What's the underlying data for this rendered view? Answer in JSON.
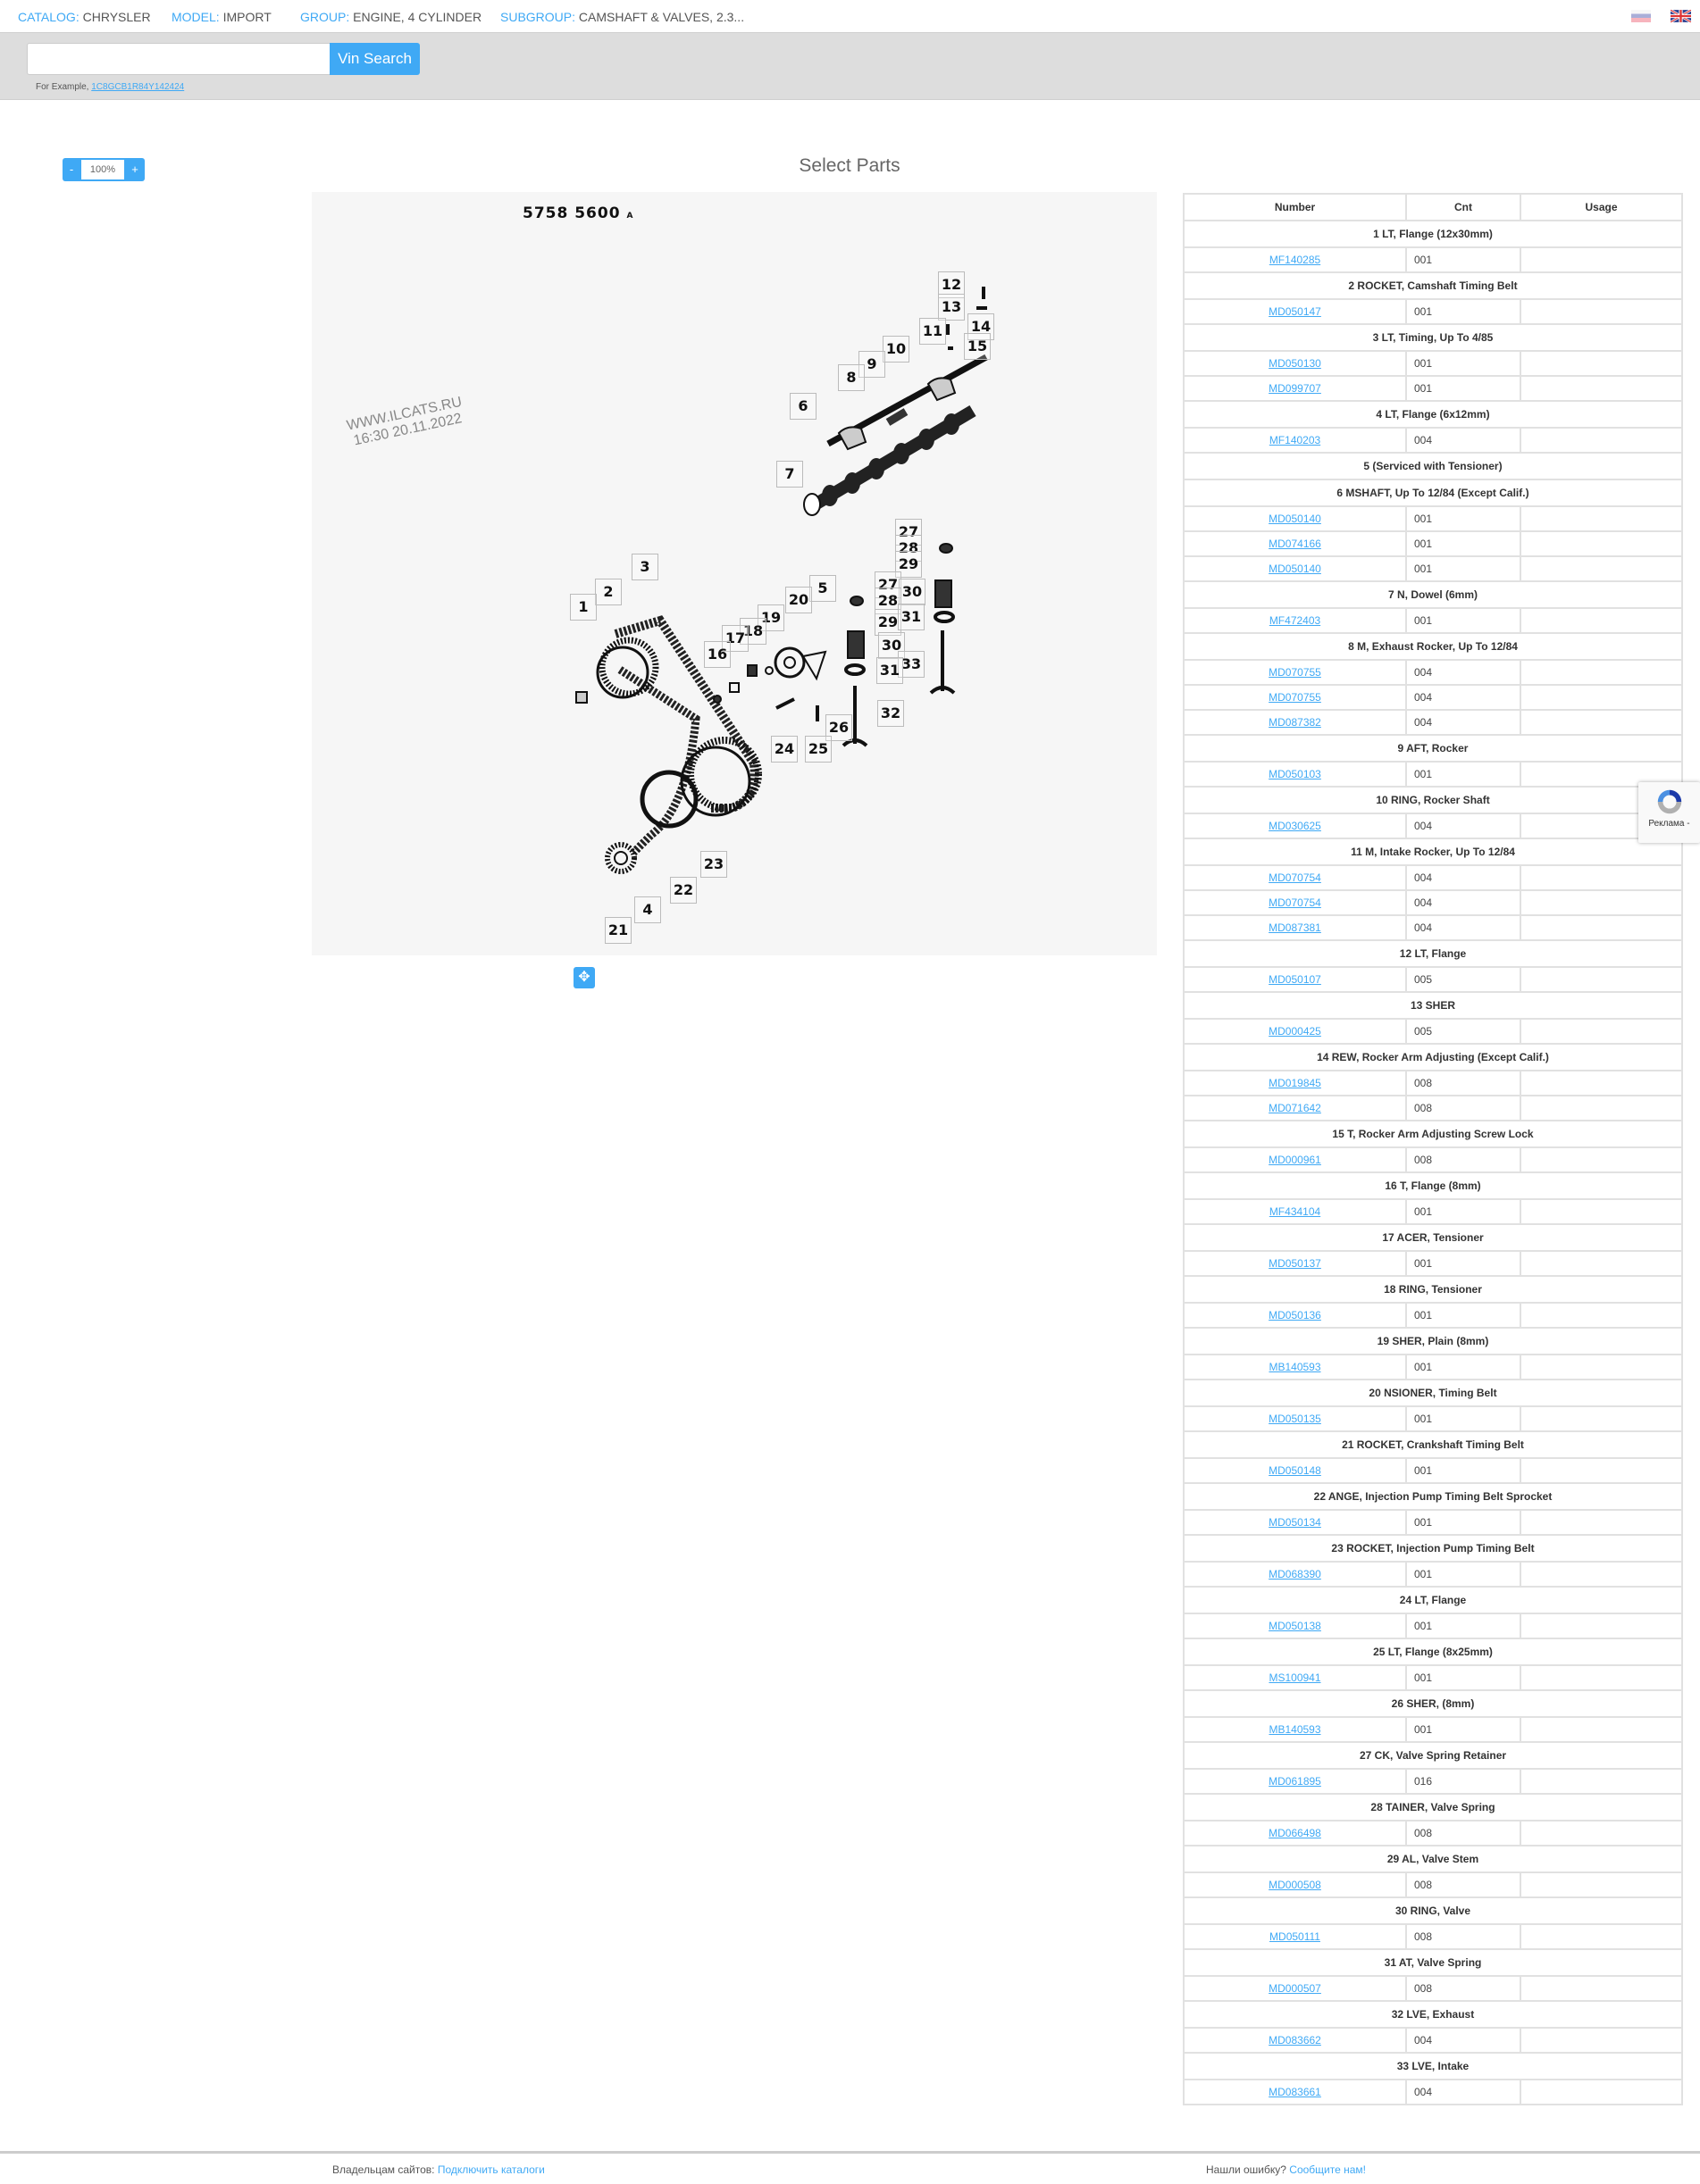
{
  "breadcrumb": [
    {
      "key": "CATALOG:",
      "value": "CHRYSLER"
    },
    {
      "key": "MODEL:",
      "value": "IMPORT"
    },
    {
      "key": "GROUP:",
      "value": "ENGINE, 4 CYLINDER"
    },
    {
      "key": "SUBGROUP:",
      "value": "CAMSHAFT & VALVES, 2.3..."
    }
  ],
  "search": {
    "value": "",
    "placeholder": "",
    "button_label": "Vin Search",
    "example_prefix": "For Example,",
    "example_vin": "1C8GCB1R84Y142424"
  },
  "zoom": {
    "minus": "-",
    "value": "100%",
    "plus": "+"
  },
  "page_title": "Select Parts",
  "diagram": {
    "title": "5758   5600",
    "title_suffix": "A",
    "watermark_line1": "WWW.ILCATS.RU",
    "watermark_line2": "16:30 20.11.2022",
    "callouts": [
      "12",
      "13",
      "14",
      "11",
      "15",
      "10",
      "9",
      "8",
      "6",
      "7",
      "27",
      "28",
      "29",
      "3",
      "27",
      "30",
      "2",
      "5",
      "20",
      "28",
      "1",
      "19",
      "29",
      "31",
      "18",
      "17",
      "30",
      "16",
      "33",
      "31",
      "32",
      "26",
      "24",
      "25",
      "23",
      "22",
      "4",
      "21"
    ]
  },
  "table": {
    "headers": [
      "Number",
      "Cnt",
      "Usage"
    ],
    "groups": [
      {
        "title": "1 LT, Flange (12x30mm)",
        "parts": [
          {
            "number": "MF140285",
            "cnt": "001",
            "usage": ""
          }
        ]
      },
      {
        "title": "2 ROCKET, Camshaft Timing Belt",
        "parts": [
          {
            "number": "MD050147",
            "cnt": "001",
            "usage": ""
          }
        ]
      },
      {
        "title": "3 LT, Timing, Up To 4/85",
        "parts": [
          {
            "number": "MD050130",
            "cnt": "001",
            "usage": ""
          },
          {
            "number": "MD099707",
            "cnt": "001",
            "usage": ""
          }
        ]
      },
      {
        "title": "4 LT, Flange (6x12mm)",
        "parts": [
          {
            "number": "MF140203",
            "cnt": "004",
            "usage": ""
          }
        ]
      },
      {
        "title": "5 (Serviced with Tensioner)",
        "parts": []
      },
      {
        "title": "6 MSHAFT, Up To 12/84 (Except Calif.)",
        "parts": [
          {
            "number": "MD050140",
            "cnt": "001",
            "usage": ""
          },
          {
            "number": "MD074166",
            "cnt": "001",
            "usage": ""
          },
          {
            "number": "MD050140",
            "cnt": "001",
            "usage": ""
          }
        ]
      },
      {
        "title": "7 N, Dowel (6mm)",
        "parts": [
          {
            "number": "MF472403",
            "cnt": "001",
            "usage": ""
          }
        ]
      },
      {
        "title": "8 M, Exhaust Rocker, Up To 12/84",
        "parts": [
          {
            "number": "MD070755",
            "cnt": "004",
            "usage": ""
          },
          {
            "number": "MD070755",
            "cnt": "004",
            "usage": ""
          },
          {
            "number": "MD087382",
            "cnt": "004",
            "usage": ""
          }
        ]
      },
      {
        "title": "9 AFT, Rocker",
        "parts": [
          {
            "number": "MD050103",
            "cnt": "001",
            "usage": ""
          }
        ]
      },
      {
        "title": "10 RING, Rocker Shaft",
        "parts": [
          {
            "number": "MD030625",
            "cnt": "004",
            "usage": ""
          }
        ]
      },
      {
        "title": "11 M, Intake Rocker, Up To 12/84",
        "parts": [
          {
            "number": "MD070754",
            "cnt": "004",
            "usage": ""
          },
          {
            "number": "MD070754",
            "cnt": "004",
            "usage": ""
          },
          {
            "number": "MD087381",
            "cnt": "004",
            "usage": ""
          }
        ]
      },
      {
        "title": "12 LT, Flange",
        "parts": [
          {
            "number": "MD050107",
            "cnt": "005",
            "usage": ""
          }
        ]
      },
      {
        "title": "13 SHER",
        "parts": [
          {
            "number": "MD000425",
            "cnt": "005",
            "usage": ""
          }
        ]
      },
      {
        "title": "14 REW, Rocker Arm Adjusting (Except Calif.)",
        "parts": [
          {
            "number": "MD019845",
            "cnt": "008",
            "usage": ""
          },
          {
            "number": "MD071642",
            "cnt": "008",
            "usage": ""
          }
        ]
      },
      {
        "title": "15 T, Rocker Arm Adjusting Screw Lock",
        "parts": [
          {
            "number": "MD000961",
            "cnt": "008",
            "usage": ""
          }
        ]
      },
      {
        "title": "16 T, Flange (8mm)",
        "parts": [
          {
            "number": "MF434104",
            "cnt": "001",
            "usage": ""
          }
        ]
      },
      {
        "title": "17 ACER, Tensioner",
        "parts": [
          {
            "number": "MD050137",
            "cnt": "001",
            "usage": ""
          }
        ]
      },
      {
        "title": "18 RING, Tensioner",
        "parts": [
          {
            "number": "MD050136",
            "cnt": "001",
            "usage": ""
          }
        ]
      },
      {
        "title": "19 SHER, Plain (8mm)",
        "parts": [
          {
            "number": "MB140593",
            "cnt": "001",
            "usage": ""
          }
        ]
      },
      {
        "title": "20 NSIONER, Timing Belt",
        "parts": [
          {
            "number": "MD050135",
            "cnt": "001",
            "usage": ""
          }
        ]
      },
      {
        "title": "21 ROCKET, Crankshaft Timing Belt",
        "parts": [
          {
            "number": "MD050148",
            "cnt": "001",
            "usage": ""
          }
        ]
      },
      {
        "title": "22 ANGE, Injection Pump Timing Belt Sprocket",
        "parts": [
          {
            "number": "MD050134",
            "cnt": "001",
            "usage": ""
          }
        ]
      },
      {
        "title": "23 ROCKET, Injection Pump Timing Belt",
        "parts": [
          {
            "number": "MD068390",
            "cnt": "001",
            "usage": ""
          }
        ]
      },
      {
        "title": "24 LT, Flange",
        "parts": [
          {
            "number": "MD050138",
            "cnt": "001",
            "usage": ""
          }
        ]
      },
      {
        "title": "25 LT, Flange (8x25mm)",
        "parts": [
          {
            "number": "MS100941",
            "cnt": "001",
            "usage": ""
          }
        ]
      },
      {
        "title": "26 SHER, (8mm)",
        "parts": [
          {
            "number": "MB140593",
            "cnt": "001",
            "usage": ""
          }
        ]
      },
      {
        "title": "27 CK, Valve Spring Retainer",
        "parts": [
          {
            "number": "MD061895",
            "cnt": "016",
            "usage": ""
          }
        ]
      },
      {
        "title": "28 TAINER, Valve Spring",
        "parts": [
          {
            "number": "MD066498",
            "cnt": "008",
            "usage": ""
          }
        ]
      },
      {
        "title": "29 AL, Valve Stem",
        "parts": [
          {
            "number": "MD000508",
            "cnt": "008",
            "usage": ""
          }
        ]
      },
      {
        "title": "30 RING, Valve",
        "parts": [
          {
            "number": "MD050111",
            "cnt": "008",
            "usage": ""
          }
        ]
      },
      {
        "title": "31 AT, Valve Spring",
        "parts": [
          {
            "number": "MD000507",
            "cnt": "008",
            "usage": ""
          }
        ]
      },
      {
        "title": "32 LVE, Exhaust",
        "parts": [
          {
            "number": "MD083662",
            "cnt": "004",
            "usage": ""
          }
        ]
      },
      {
        "title": "33 LVE, Intake",
        "parts": [
          {
            "number": "MD083661",
            "cnt": "004",
            "usage": ""
          }
        ]
      }
    ]
  },
  "recaptcha": {
    "label": "Реклама -"
  },
  "footer": {
    "left_text": "Владельцам сайтов:",
    "left_link": "Подключить каталоги",
    "right_text": "Нашли ошибку?",
    "right_link": "Сообщите нам!"
  },
  "colors": {
    "accent": "#3fa9f5",
    "search_band": "#dddddd",
    "diagram_bg": "#f6f6f6"
  }
}
